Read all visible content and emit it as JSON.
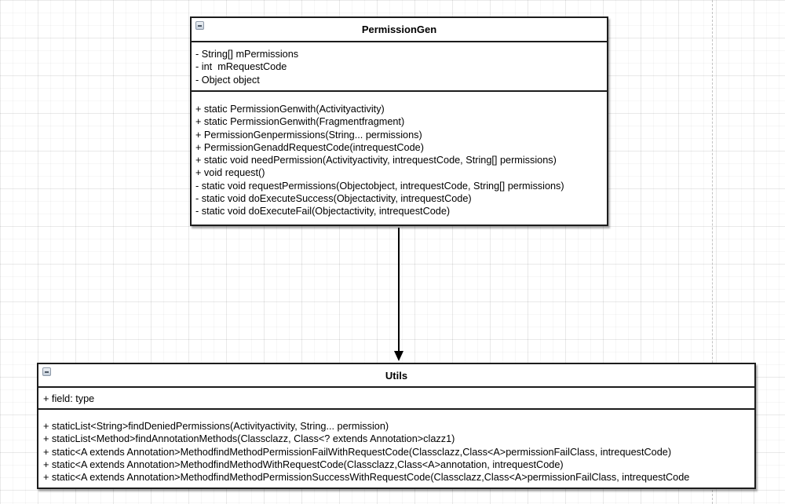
{
  "canvas": {
    "kind": "uml-class-diagram-canvas",
    "background": "#ffffff",
    "grid_minor_color": "#f4f4f4",
    "grid_major_color": "#ebebeb",
    "page_guide_style": "dashed",
    "page_guide_color": "#c2c2c2"
  },
  "colors": {
    "shape_border": "#1c1c1c",
    "shape_fill": "#ffffff",
    "shape_shadow": "#999999",
    "text": "#000000",
    "collapse_icon_bg": "#d7dee7",
    "collapse_icon_border": "#8d99a8"
  },
  "classes": [
    {
      "name": "PermissionGen",
      "collapse_icon": "minus-icon",
      "fields": [
        "- String[] mPermissions",
        "- int  mRequestCode",
        "- Object object"
      ],
      "methods": [
        "+ static PermissionGenwith(Activityactivity)",
        "+ static PermissionGenwith(Fragmentfragment)",
        "+ PermissionGenpermissions(String... permissions)",
        "+ PermissionGenaddRequestCode(intrequestCode)",
        "+ static void needPermission(Activityactivity, intrequestCode, String[] permissions)",
        "+ void request()",
        "- static void requestPermissions(Objectobject, intrequestCode, String[] permissions)",
        "- static void doExecuteSuccess(Objectactivity, intrequestCode)",
        "- static void doExecuteFail(Objectactivity, intrequestCode)"
      ]
    },
    {
      "name": "Utils",
      "collapse_icon": "minus-icon",
      "fields": [
        "+ field: type"
      ],
      "methods": [
        "+ staticList<String>findDeniedPermissions(Activityactivity, String... permission)",
        "+ staticList<Method>findAnnotationMethods(Classclazz, Class<? extends Annotation>clazz1)",
        "+ static<A extends Annotation>MethodfindMethodPermissionFailWithRequestCode(Classclazz,Class<A>permissionFailClass, intrequestCode)",
        "+ static<A extends Annotation>MethodfindMethodWithRequestCode(Classclazz,Class<A>annotation, intrequestCode)",
        "+ static<A extends Annotation>MethodfindMethodPermissionSuccessWithRequestCode(Classclazz,Class<A>permissionFailClass, intrequestCode"
      ]
    }
  ],
  "connection": {
    "from": "PermissionGen",
    "to": "Utils",
    "line_style": "solid",
    "arrowhead": "filled-triangle-down"
  }
}
